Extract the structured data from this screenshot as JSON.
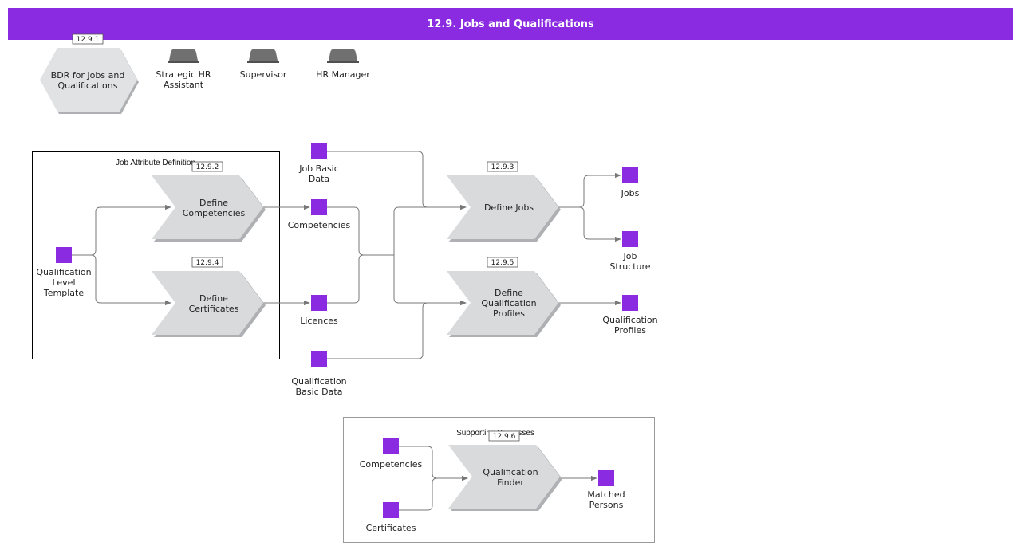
{
  "page": {
    "title": "12.9. Jobs and Qualifications"
  },
  "colors": {
    "header": "#8a2be2",
    "object": "#8a2be2",
    "process": "#d9dadc",
    "process_shadow": "#aeb0b3",
    "role": "#707070",
    "edge": "#777777",
    "frame": "#000000",
    "frame_light": "#9a9a9a"
  },
  "icons": {
    "object": "square",
    "process": "chevron",
    "scenario": "hexagon",
    "role": "role-icon"
  },
  "scenario": {
    "tag": "12.9.1",
    "label": [
      "BDR for Jobs and",
      "Qualifications"
    ]
  },
  "roles": [
    {
      "label": [
        "Strategic HR",
        "Assistant"
      ]
    },
    {
      "label": [
        "Supervisor"
      ]
    },
    {
      "label": [
        "HR Manager"
      ]
    }
  ],
  "groups": {
    "job_attribute": "Job Attribute Definition",
    "supporting": "Supporting Processes"
  },
  "processes": {
    "define_competencies": {
      "tag": "12.9.2",
      "label": [
        "Define",
        "Competencies"
      ]
    },
    "define_certificates": {
      "tag": "12.9.4",
      "label": [
        "Define",
        "Certificates"
      ]
    },
    "define_jobs": {
      "tag": "12.9.3",
      "label": [
        "Define Jobs"
      ]
    },
    "define_qualification_profiles": {
      "tag": "12.9.5",
      "label": [
        "Define",
        "Qualification",
        "Profiles"
      ]
    },
    "qualification_finder": {
      "tag": "12.9.6",
      "label": [
        "Qualification",
        "Finder"
      ]
    }
  },
  "objects": {
    "qualification_level_template": [
      "Qualification",
      "Level",
      "Template"
    ],
    "job_basic_data": [
      "Job Basic",
      "Data"
    ],
    "competencies": [
      "Competencies"
    ],
    "licences": [
      "Licences"
    ],
    "qualification_basic_data": [
      "Qualification",
      "Basic Data"
    ],
    "jobs": [
      "Jobs"
    ],
    "job_structure": [
      "Job",
      "Structure"
    ],
    "qualification_profiles": [
      "Qualification",
      "Profiles"
    ],
    "sp_competencies": [
      "Competencies"
    ],
    "sp_certificates": [
      "Certificates"
    ],
    "matched_persons": [
      "Matched",
      "Persons"
    ]
  }
}
